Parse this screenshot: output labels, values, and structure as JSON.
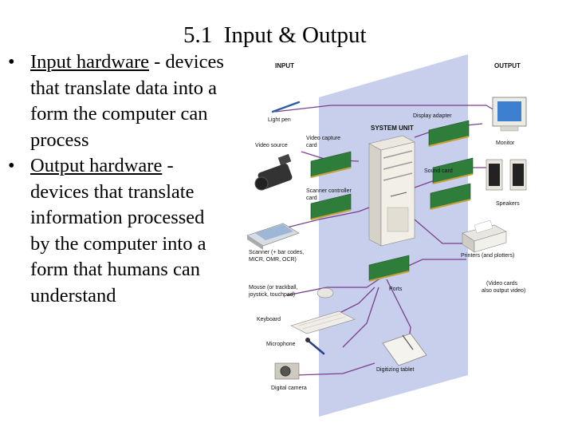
{
  "slide": {
    "title": "5.1  Input & Output",
    "bullets": [
      {
        "term": "Input hardware",
        "text": " - devices that translate data into a form the computer can process"
      },
      {
        "term": "Output hardware",
        "text": " - devices that translate information processed by the computer into a form that humans can understand"
      }
    ]
  },
  "diagram": {
    "headers": {
      "input": "INPUT",
      "output": "OUTPUT",
      "system_unit": "SYSTEM UNIT"
    },
    "labels": {
      "light_pen": "Light pen",
      "video_source": "Video source",
      "video_capture_card_1": "Video capture",
      "video_capture_card_2": "card",
      "scanner_controller_card_1": "Scanner controller",
      "scanner_controller_card_2": "card",
      "scanner_1": "Scanner (+ bar codes,",
      "scanner_2": "MICR, OMR, OCR)",
      "mouse_1": "Mouse (or trackball,",
      "mouse_2": "joystick, touchpad)",
      "keyboard": "Keyboard",
      "microphone": "Microphone",
      "digital_camera": "Digital camera",
      "display_adapter": "Display adapter",
      "monitor": "Monitor",
      "sound_card": "Sound card",
      "speakers": "Speakers",
      "printers": "Printers (and plotters)",
      "ports": "Ports",
      "video_cards_note_1": "(Video cards",
      "video_cards_note_2": "also output video)",
      "digitizing_tablet": "Digitizing tablet"
    },
    "colors": {
      "panel": "#c7cfec",
      "cable": "#7a3f8f",
      "card": "#2e7d3a",
      "card_edge": "#c8a03a"
    }
  }
}
